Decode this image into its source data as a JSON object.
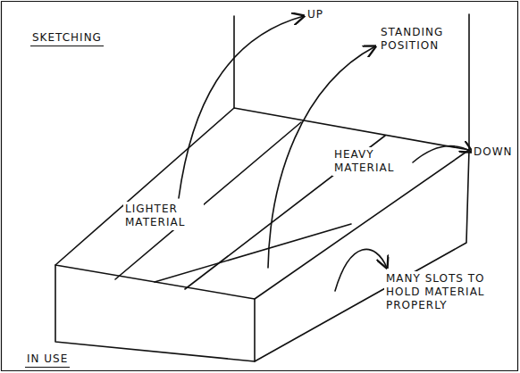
{
  "diagram": {
    "title": "SKETCHING",
    "caption": "IN USE",
    "labels": [
      "UP",
      "STANDING POSITION",
      "HEAVY MATERIAL",
      "DOWN",
      "LIGHTER MATERIAL",
      "MANY SLOTS TO HOLD MATERIAL PROPERLY"
    ]
  }
}
